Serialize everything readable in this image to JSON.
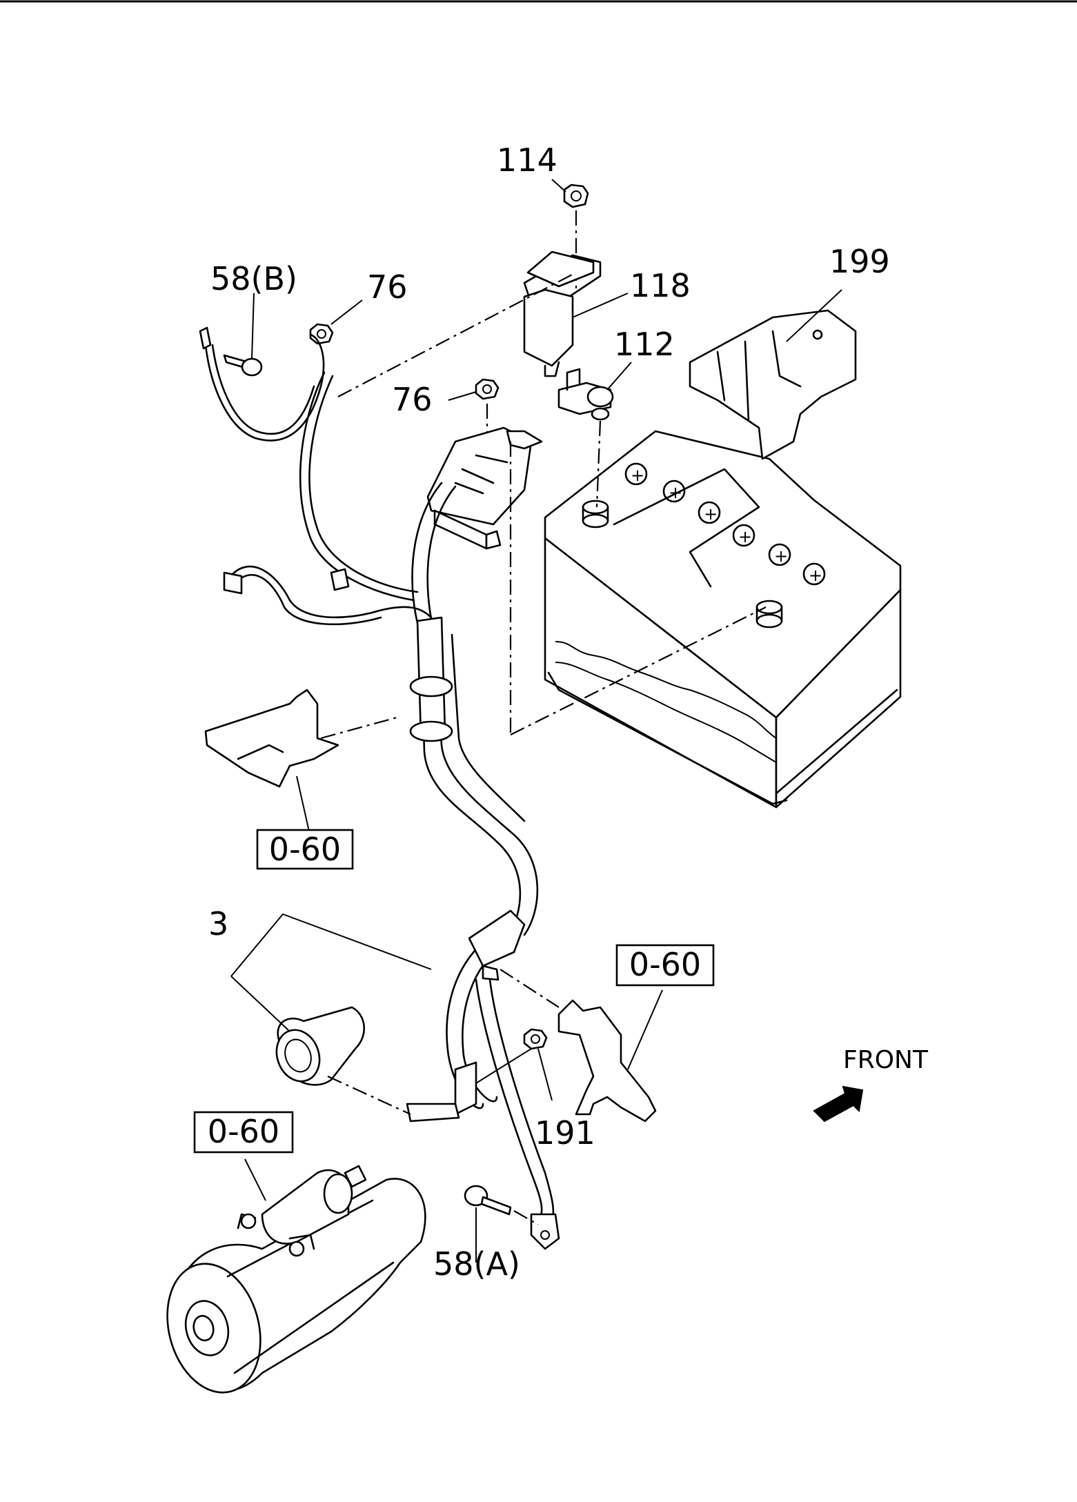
{
  "labels": {
    "p114": "114",
    "p58b": "58(B)",
    "p76a": "76",
    "p118": "118",
    "p199": "199",
    "p112": "112",
    "p76b": "76",
    "p3": "3",
    "p191": "191",
    "p58a": "58(A)"
  },
  "refs": {
    "ref1": "0-60",
    "ref2": "0-60",
    "ref3": "0-60"
  },
  "front": "FRONT"
}
